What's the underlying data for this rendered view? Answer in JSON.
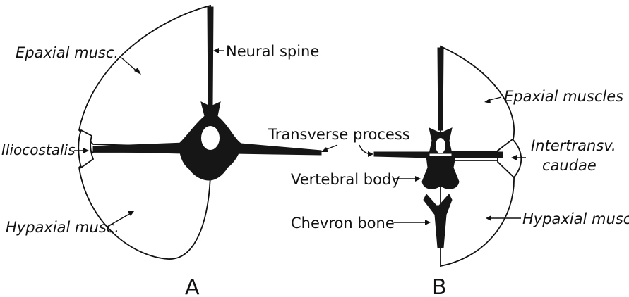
{
  "figure": {
    "panels": [
      "A",
      "B"
    ],
    "labels": {
      "epaxial_musc": "Epaxial musc.",
      "neural_spine": "Neural spine",
      "iliocostalis": "Iliocostalis",
      "hypaxial_musc_a": "Hypaxial musc.",
      "transverse_process": "Transverse process",
      "vertebral_body": "Vertebral body",
      "chevron_bone": "Chevron bone",
      "epaxial_muscles": "Epaxial muscles",
      "intertransv_line1": "Intertransv.",
      "intertransv_line2": "caudae",
      "hypaxial_musc_b": "Hypaxial musc."
    }
  },
  "colors": {
    "ink": "#111111",
    "bone": "#161616",
    "paper": "#ffffff"
  }
}
